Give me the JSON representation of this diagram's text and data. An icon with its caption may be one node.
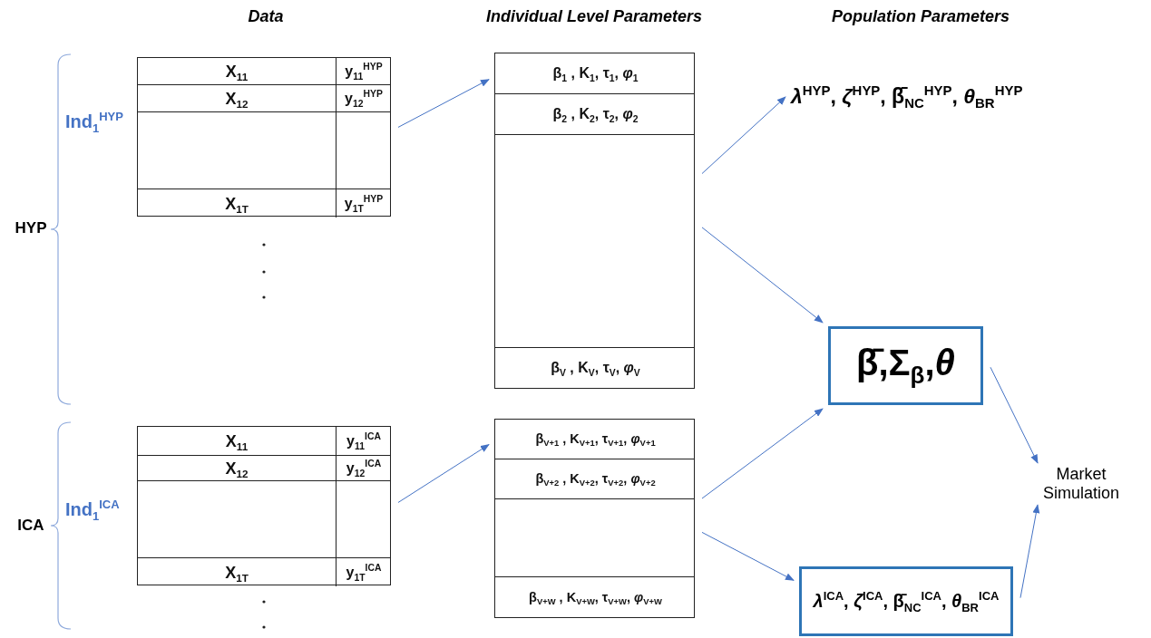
{
  "diagram": {
    "nodes": [
      {
        "text": [
          "X$_{11}$",
          "y$_{11}$$^{HYP}$",
          "X$_{12}$",
          "y$_{12}$$^{HYP}$",
          "X$_{1T}$",
          "y$_{1T}$$^{HYP}$"
        ],
        "beside": [
          "Ind$_{1}$$^{HYP}$"
        ]
      },
      {
        "text": [
          "β$_{1}$ , K$_{1}$, τ$_{1}$, *φ*$_{1}$",
          "β$_{2}$ , K$_{2}$, τ$_{2}$, *φ*$_{2}$",
          "β$_{V}$ , K$_{V}$, τ$_{V}$, *φ*$_{V}$"
        ]
      },
      {
        "text": [
          "X$_{11}$",
          "y$_{11}$$^{ICA}$",
          "X$_{12}$",
          "y$_{12}$$^{ICA}$",
          "X$_{1T}$",
          "y$_{1T}$$^{ICA}$"
        ],
        "beside": [
          "Ind$_{1}$$^{ICA}$"
        ]
      },
      {
        "text": [
          "β$_{V+1}$ , K$_{V+1}$, τ$_{V+1}$, *φ*$_{V+1}$",
          "β$_{V+2}$ , K$_{V+2}$, τ$_{V+2}$, *φ*$_{V+2}$",
          "β$_{V+W}$ , K$_{V+W}$, τ$_{V+W}$, *φ*$_{V+W}$"
        ]
      },
      {
        "text": [
          "*λ*$^{HYP}$, *ζ*$^{HYP}$, β̄$_{NC}$$^{HYP}$, *θ*$_{BR}$$^{HYP}$"
        ]
      },
      {
        "text": [
          "β̄,Σ$_{β}$,*θ*"
        ]
      },
      {
        "text": [
          "*λ*$^{ICA}$, *ζ*$^{ICA}$, β̄$_{NC}$$^{ICA}$, *θ*$_{BR}$$^{ICA}$"
        ]
      },
      {
        "text": [
          "Market Simulation"
        ]
      }
    ],
    "edges": [
      {
        "from": 0,
        "to": 1,
        "arrow": "to"
      },
      {
        "from": 1,
        "to": 4,
        "arrow": "to"
      },
      {
        "from": 1,
        "to": 5,
        "arrow": "to"
      },
      {
        "from": 2,
        "to": 3,
        "arrow": "to"
      },
      {
        "from": 3,
        "to": 5,
        "arrow": "to"
      },
      {
        "from": 3,
        "to": 6,
        "arrow": "to"
      },
      {
        "from": 5,
        "to": 7,
        "arrow": "to"
      },
      {
        "from": 6,
        "to": 7,
        "arrow": "to"
      }
    ],
    "labels": [
      "Data",
      "Individual Level Parameters",
      "Population Parameters",
      "HYP",
      "ICA"
    ]
  }
}
